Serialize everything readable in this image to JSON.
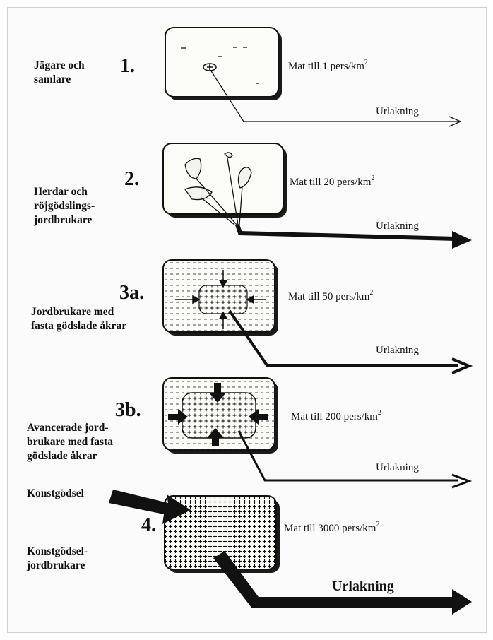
{
  "stages": [
    {
      "number": "1.",
      "label_lines": [
        "Jägare och",
        "samlare"
      ],
      "food_text": "Mat till 1 pers/km",
      "food_sup": "2",
      "leaching_label": "Urlakning"
    },
    {
      "number": "2.",
      "label_lines": [
        "Herdar och",
        "röjgödslings-",
        "jordbrukare"
      ],
      "food_text": "Mat till 20 pers/km",
      "food_sup": "2",
      "leaching_label": "Urlakning"
    },
    {
      "number": "3a.",
      "label_lines": [
        "Jordbrukare med",
        "fasta gödslade åkrar"
      ],
      "food_text": "Mat till 50 pers/km",
      "food_sup": "2",
      "leaching_label": "Urlakning"
    },
    {
      "number": "3b.",
      "label_lines": [
        "Avancerade jord-",
        "brukare med fasta",
        "gödslade åkrar"
      ],
      "food_text": "Mat till 200 pers/km",
      "food_sup": "2",
      "leaching_label": "Urlakning"
    },
    {
      "number": "4.",
      "label_lines": [
        "Konstgödsel-",
        "jordbrukare"
      ],
      "food_text": "Mat till 3000 pers/km",
      "food_sup": "2",
      "leaching_label": "Urlakning"
    }
  ],
  "fertilizer_input_label": "Konstgödsel",
  "colors": {
    "ink": "#111111",
    "box_fill": "#fdfdf8",
    "shadow": "#1a1a1a",
    "frame": "#cfcfcf"
  }
}
